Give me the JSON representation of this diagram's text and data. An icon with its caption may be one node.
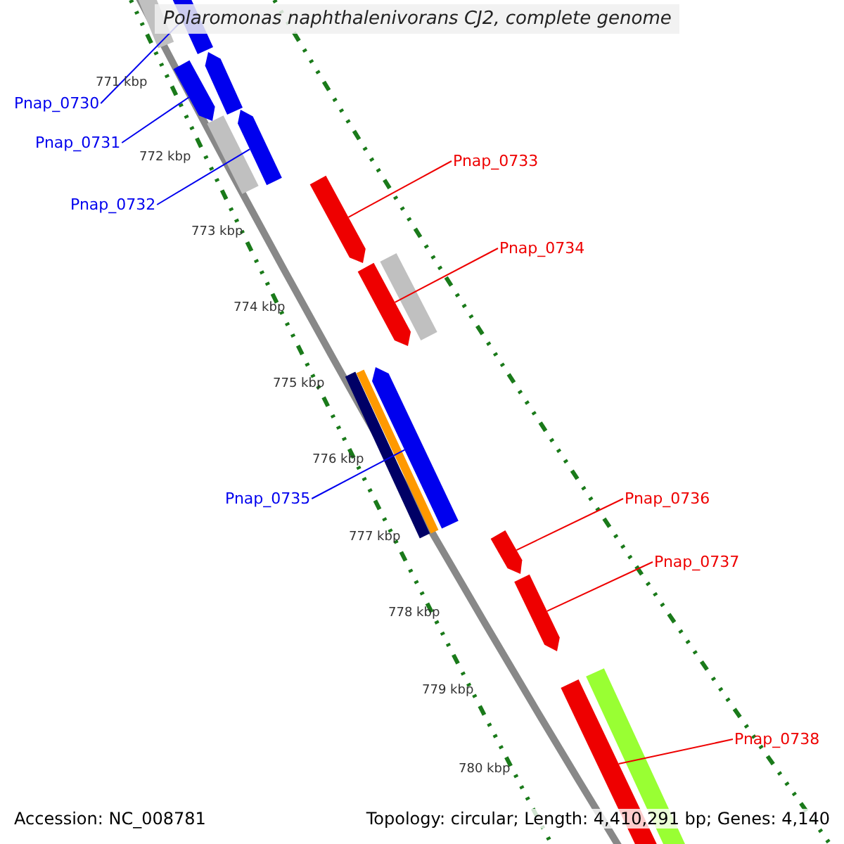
{
  "diagram": {
    "title": "Polaromonas naphthalenivorans CJ2, complete genome",
    "nodes": [
      {
        "text": [],
        "shape": "bar"
      },
      {
        "text": [],
        "shape": "bar"
      },
      {
        "text": [],
        "shape": "bar"
      },
      {
        "text": [],
        "shape": "bar"
      },
      {
        "text": [],
        "shape": "bar"
      },
      {
        "text": [],
        "shape": "bar"
      },
      {
        "text": [],
        "shape": "bar"
      },
      {
        "text": [],
        "shape": "bar"
      },
      {
        "text": [],
        "shape": "bar"
      },
      {
        "text": [],
        "shape": "bar"
      },
      {
        "text": [],
        "shape": "bar"
      },
      {
        "text": [],
        "shape": "bar"
      },
      {
        "text": [],
        "shape": "bar"
      },
      {
        "text": [],
        "shape": "bar"
      },
      {
        "text": [],
        "shape": "bar"
      },
      {
        "text": [],
        "shape": "bar"
      },
      {
        "text": [
          "Pnap_0730"
        ]
      },
      {
        "text": [
          "Pnap_0731"
        ]
      },
      {
        "text": [
          "Pnap_0732"
        ]
      },
      {
        "text": [
          "Pnap_0733"
        ]
      },
      {
        "text": [
          "Pnap_0734"
        ]
      },
      {
        "text": [
          "Pnap_0735"
        ]
      },
      {
        "text": [
          "Pnap_0736"
        ]
      },
      {
        "text": [
          "Pnap_0737"
        ]
      },
      {
        "text": [
          "Pnap_0738"
        ]
      }
    ],
    "edges": [
      {
        "from": 16,
        "to": 1,
        "arrow": "none",
        "color": "#0000ee"
      },
      {
        "from": 17,
        "to": 2,
        "arrow": "none",
        "color": "#0000ee"
      },
      {
        "from": 18,
        "to": 5,
        "arrow": "none",
        "color": "#0000ee"
      },
      {
        "from": 19,
        "to": 6,
        "arrow": "none"
      },
      {
        "from": 20,
        "to": 8,
        "arrow": "none"
      },
      {
        "from": 21,
        "to": 11,
        "arrow": "none",
        "color": "#0000ee"
      },
      {
        "from": 22,
        "to": 12,
        "arrow": "none"
      },
      {
        "from": 23,
        "to": 13,
        "arrow": "none"
      },
      {
        "from": 24,
        "to": 14,
        "arrow": "none"
      }
    ],
    "labels": [
      "771 kbp",
      "772 kbp",
      "773 kbp",
      "774 kbp",
      "775 kbp",
      "776 kbp",
      "777 kbp",
      "778 kbp",
      "779 kbp",
      "780 kbp",
      "Accession: NC_008781",
      "Topology: circular; Length: 4,410,291 bp; Genes: 4,140"
    ]
  }
}
